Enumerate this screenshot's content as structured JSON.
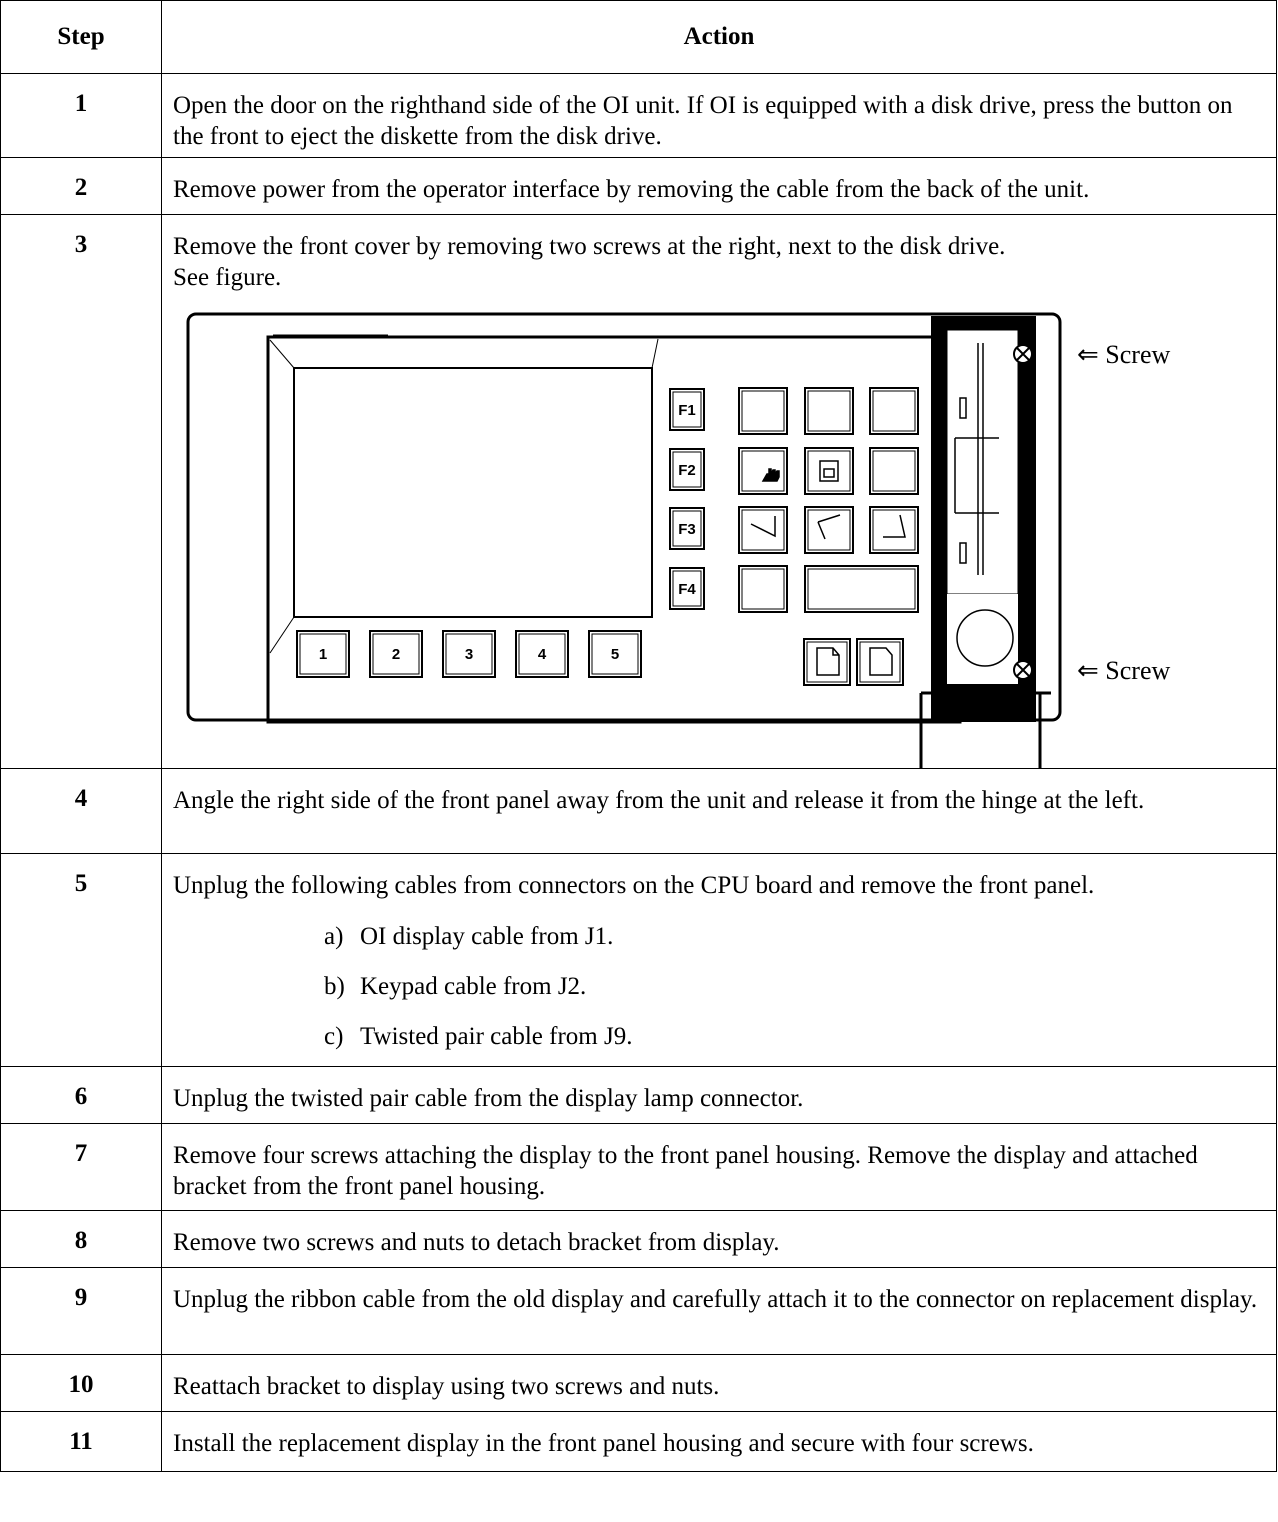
{
  "header": {
    "step": "Step",
    "action": "Action"
  },
  "rows": [
    {
      "step": "1",
      "action": "Open the door on the righthand side of the OI unit.  If OI is equipped with a disk drive, press the button on the front to eject the diskette from the disk drive."
    },
    {
      "step": "2",
      "action": "Remove power from the operator interface by removing the cable from the back of the unit."
    },
    {
      "step": "3",
      "action": "Remove the front cover by removing two screws at the right, next to the disk drive.",
      "action2": "See figure."
    },
    {
      "step": "4",
      "action": "Angle the right side of the front panel away from the unit and release it from the hinge at the left."
    },
    {
      "step": "5",
      "action": "Unplug the following cables from connectors on the CPU board and remove the front panel.",
      "sub": [
        {
          "label": "a)",
          "text": "OI display cable from J1."
        },
        {
          "label": "b)",
          "text": "Keypad cable from J2."
        },
        {
          "label": "c)",
          "text": "Twisted pair cable from J9."
        }
      ]
    },
    {
      "step": "6",
      "action": "Unplug the twisted pair cable from the display lamp connector."
    },
    {
      "step": "7",
      "action": "Remove four screws attaching the display to the front panel housing.  Remove the display and attached bracket from the front panel housing."
    },
    {
      "step": "8",
      "action": "Remove two screws and nuts to detach bracket from display."
    },
    {
      "step": "9",
      "action": "Unplug the ribbon cable from the old display and carefully attach it to the connector on replacement display."
    },
    {
      "step": "10",
      "action": "Reattach bracket to display using two screws and nuts."
    },
    {
      "step": "11",
      "action": "Install the replacement display in the front panel housing and secure with four screws."
    }
  ],
  "figure": {
    "fkeys": [
      "F1",
      "F2",
      "F3",
      "F4"
    ],
    "numkeys": [
      "1",
      "2",
      "3",
      "4",
      "5"
    ],
    "screw_top": "⇐  Screw",
    "screw_bottom": "⇐  Screw"
  }
}
